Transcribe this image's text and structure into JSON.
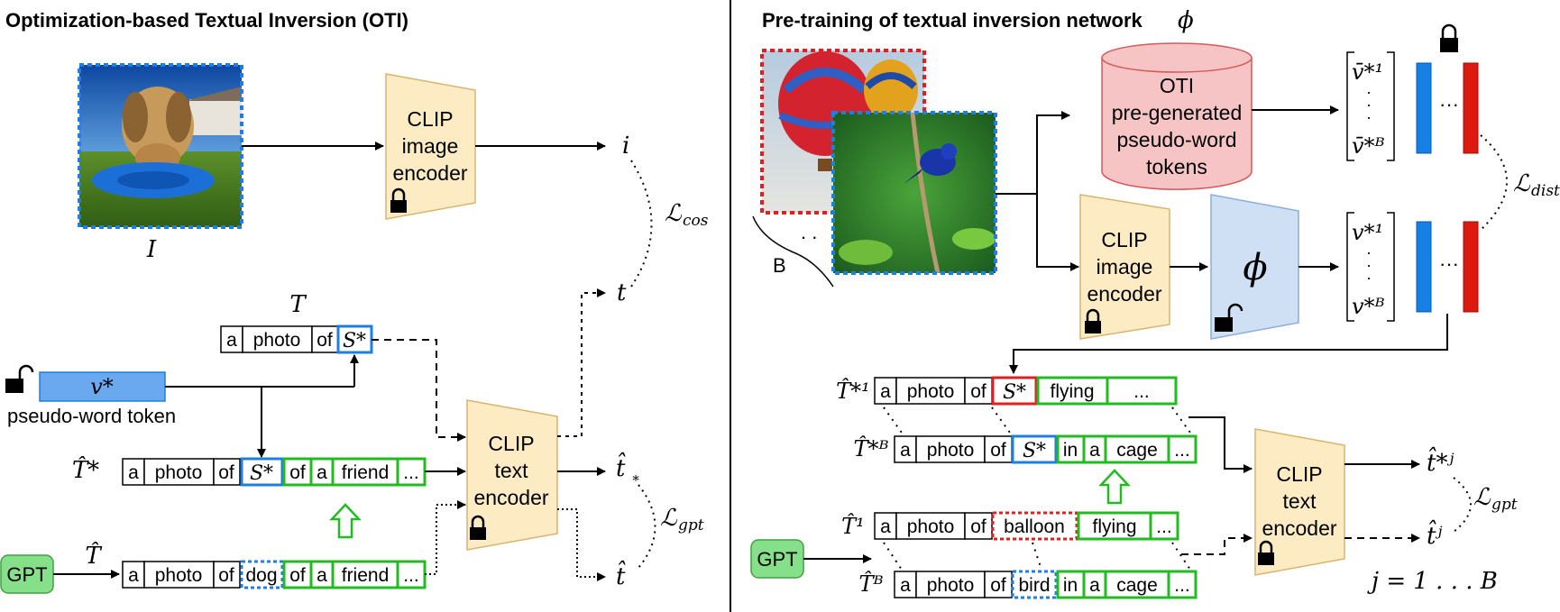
{
  "left_panel": {
    "title": "Optimization-based Textual Inversion (OTI)",
    "image_label": "I",
    "encoder_image": [
      "CLIP",
      "image",
      "encoder"
    ],
    "encoder_text": [
      "CLIP",
      "text",
      "encoder"
    ],
    "out_i": "i",
    "out_t": "t",
    "out_that_star": "t̂",
    "out_that": "t̂",
    "loss_cos": "cos",
    "loss_gpt": "gpt",
    "loss_symbol": "ℒ",
    "template_label": "T",
    "template_tokens": [
      "a",
      "photo",
      "of",
      "S*"
    ],
    "pseudo_token": "v*",
    "pseudo_caption": "pseudo-word token",
    "that_star_label": "T̂*",
    "that_star_tokens": [
      "a",
      "photo",
      "of",
      "S*",
      "of",
      "a",
      "friend",
      "..."
    ],
    "that_label": "T̂",
    "that_tokens": [
      "a",
      "photo",
      "of",
      "dog",
      "of",
      "a",
      "friend",
      "..."
    ],
    "gpt": "GPT"
  },
  "right_panel": {
    "title": "Pre-training of textual inversion network",
    "title_symbol": "ϕ",
    "batch_label": "B",
    "db_label": [
      "OTI",
      "pre-generated",
      "pseudo-word",
      "tokens"
    ],
    "encoder_image": [
      "CLIP",
      "image",
      "encoder"
    ],
    "phi": "ϕ",
    "vbar_top": "v̄*¹",
    "vbar_bottom": "v̄*ᴮ",
    "v_top": "v*¹",
    "v_bottom": "v*ᴮ",
    "loss_distil": "distil",
    "loss_gpt": "gpt",
    "loss_symbol": "ℒ",
    "row1_label": "T̂*¹",
    "row1_tokens": [
      "a",
      "photo",
      "of",
      "S*",
      "flying",
      "..."
    ],
    "row2_label": "T̂*ᴮ",
    "row2_tokens": [
      "a",
      "photo",
      "of",
      "S*",
      "in",
      "a",
      "cage",
      "..."
    ],
    "row3_label": "T̂¹",
    "row3_tokens": [
      "a",
      "photo",
      "of",
      "balloon",
      "flying",
      "..."
    ],
    "row4_label": "T̂ᴮ",
    "row4_tokens": [
      "a",
      "photo",
      "of",
      "bird",
      "in",
      "a",
      "cage",
      "..."
    ],
    "encoder_text": [
      "CLIP",
      "text",
      "encoder"
    ],
    "out_top": "t̂*ʲ",
    "out_bottom": "t̂ʲ",
    "j_range": "j = 1 . . . B",
    "gpt": "GPT"
  },
  "colors": {
    "encoder_fill": "#fdebc4",
    "encoder_stroke": "#d6b66e",
    "token_blue": "#1e7fe0",
    "token_green": "#22bb22",
    "token_red": "#e02020",
    "db_fill": "#f6c4c4",
    "phi_fill": "#cfe0f5",
    "gpt_fill": "#86e08a",
    "bar_blue": "#1780e6",
    "bar_red": "#dd1a10"
  }
}
